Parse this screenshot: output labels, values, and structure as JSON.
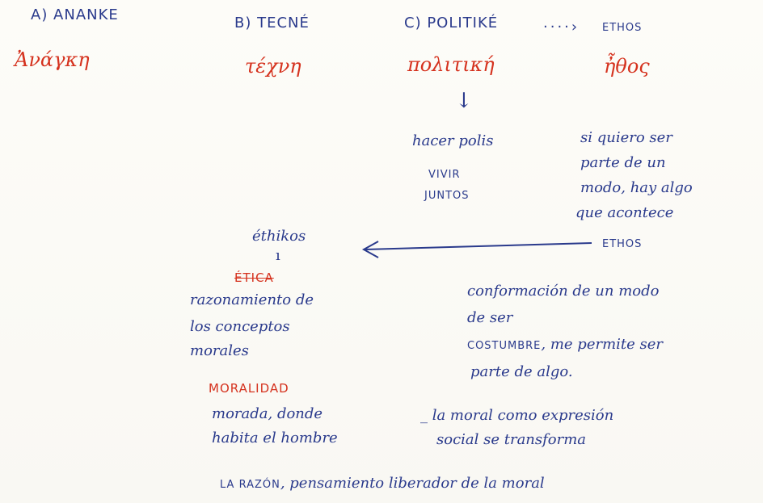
{
  "columns": [
    {
      "heading": "A) ANANKE",
      "greek": "Ἀνάγκη"
    },
    {
      "heading": "B) TECNÉ",
      "greek": "τέχνη"
    },
    {
      "heading": "C) POLITIKÉ",
      "greek": "πολιτική"
    },
    {
      "heading": "ETHOS",
      "greek": "ἦθος"
    }
  ],
  "politike_notes": {
    "line1": "hacer polis",
    "line2": "VIVIR",
    "line3": "JUNTOS"
  },
  "ethos_notes": {
    "line1": "si quiero ser",
    "line2": "parte de un",
    "line3": "modo, hay algo",
    "line4": "que acontece",
    "label": "ETHOS"
  },
  "etica": {
    "ethikos": "éthikos",
    "heading": "ÉTICA",
    "line1": "razonamiento de",
    "line2": "los conceptos",
    "line3": "morales"
  },
  "conformacion": {
    "line1": "conformación de un modo",
    "line2": "de ser",
    "line3_caps": "COSTUMBRE",
    "line3_rest": ", me permite ser",
    "line4": "parte de algo."
  },
  "moralidad": {
    "heading": "MORALIDAD",
    "line1": "morada, donde",
    "line2": "habita el hombre"
  },
  "moral_note": {
    "line1": "_ la moral como expresión",
    "line2": "social se transforma"
  },
  "footer": {
    "caps": "LA RAZÓN",
    "rest": ", pensamiento liberador de la moral"
  },
  "colors": {
    "blue_ink": "#2a3a8c",
    "red_ink": "#d5321e"
  }
}
